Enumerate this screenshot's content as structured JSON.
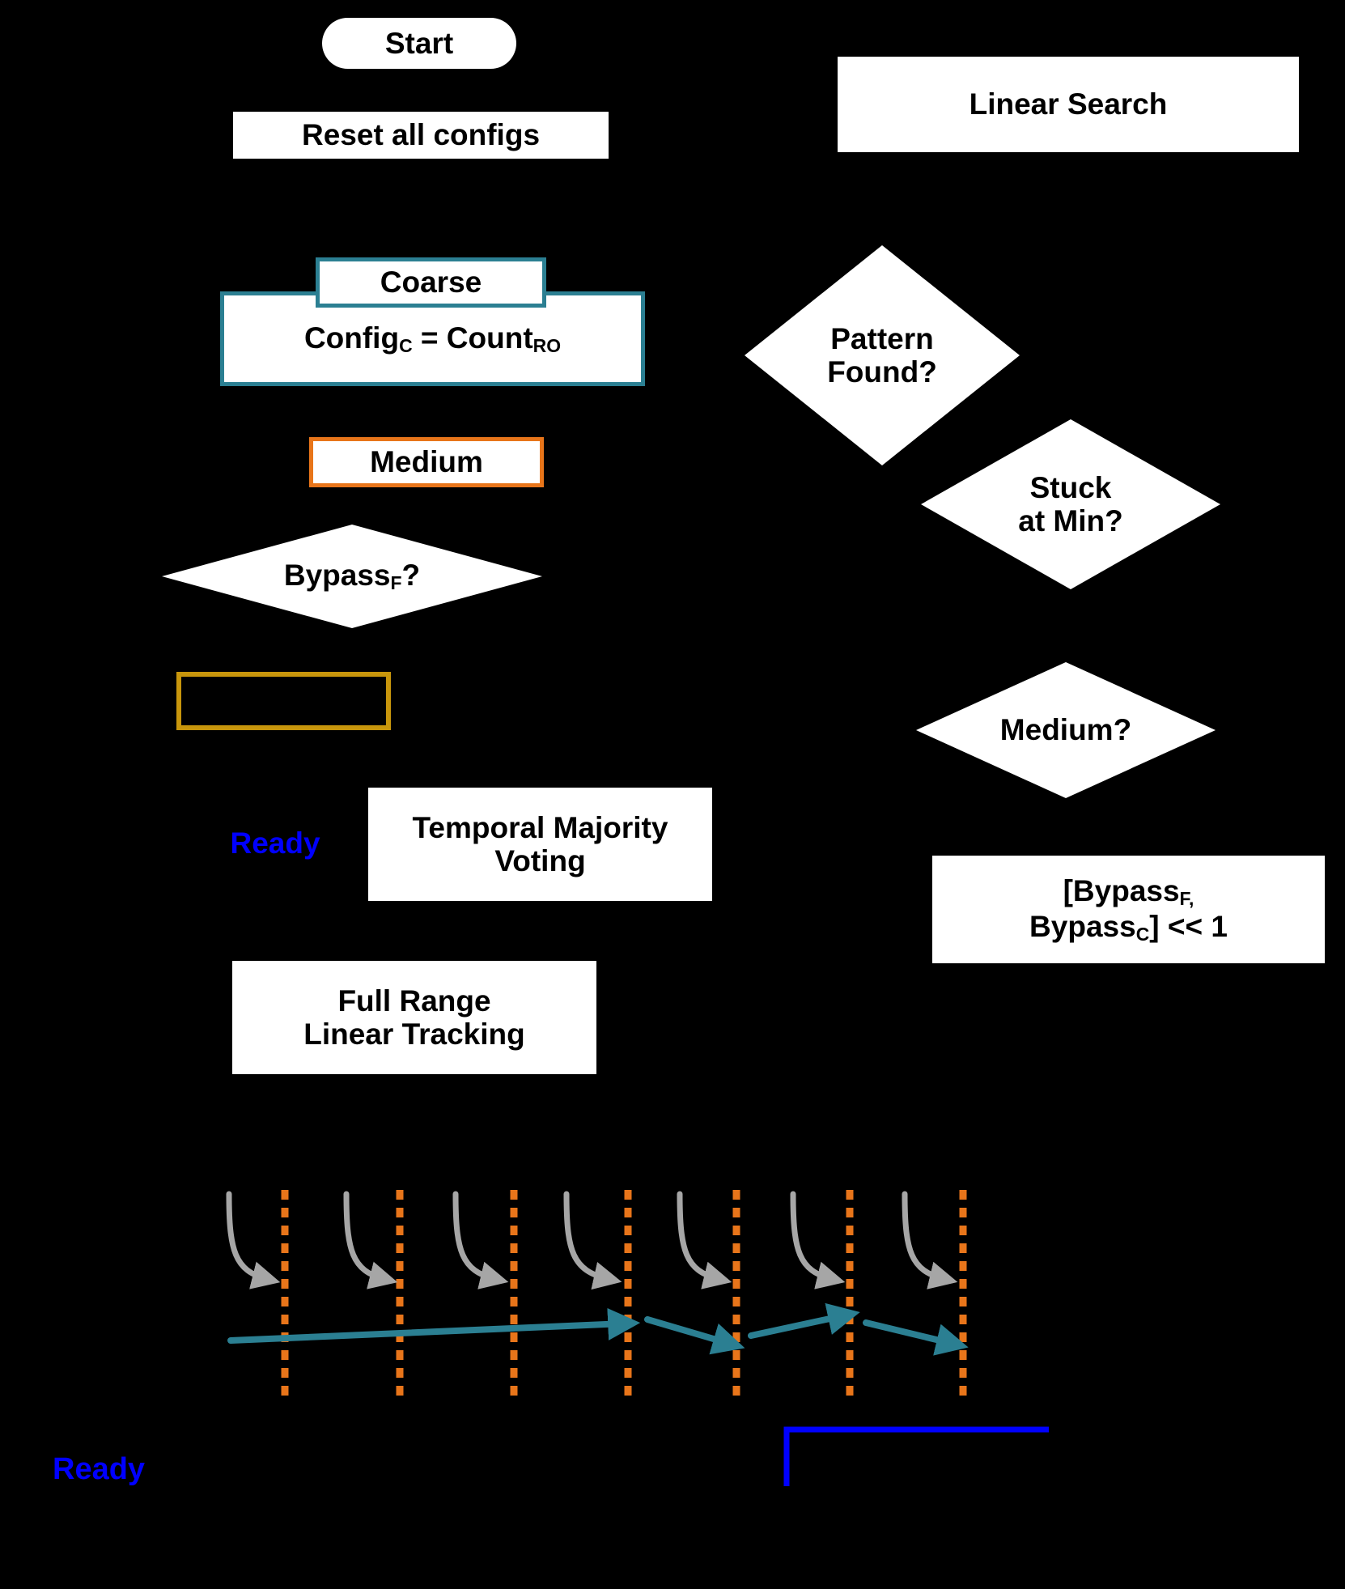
{
  "colors": {
    "background": "#000000",
    "node_fill": "#ffffff",
    "teal": "#2b7f92",
    "orange": "#e8751a",
    "gold": "#c8960c",
    "blue": "#0000ff",
    "gray": "#a6a6a6"
  },
  "flow_left": {
    "start": {
      "label": "Start"
    },
    "reset": {
      "label": "Reset all configs"
    },
    "coarse_label": {
      "label": "Coarse"
    },
    "coarse_config": {
      "prefix": "Config",
      "sub1": "C",
      "mid": " = Count",
      "sub2": "RO"
    },
    "medium_label": {
      "label": "Medium"
    },
    "bypass_f": {
      "prefix": "Bypass",
      "sub": "F",
      "suffix": "?"
    },
    "fine_box": {
      "label": ""
    },
    "temporal": {
      "line1": "Temporal Majority",
      "line2": "Voting"
    },
    "ready_mid": {
      "label": "Ready"
    },
    "full_range": {
      "line1": "Full Range",
      "line2": "Linear Tracking"
    },
    "ready_bottom": {
      "label": "Ready"
    }
  },
  "flow_right": {
    "linear_search": {
      "label": "Linear Search"
    },
    "pattern_found": {
      "line1": "Pattern",
      "line2": "Found?"
    },
    "stuck_at_min": {
      "line1": "Stuck",
      "line2": "at Min?"
    },
    "medium_q": {
      "label": "Medium?"
    },
    "bypass_shift": {
      "line1_prefix": "[Bypass",
      "line1_sub": "F,",
      "line2_prefix": "Bypass",
      "line2_sub": "C",
      "line2_suffix": "] << 1"
    }
  },
  "timing_diagram": {
    "clock_edge_count": 7,
    "gray_hook_arrow_count": 7,
    "teal_segment_count": 4,
    "clock_edges_x": [
      352,
      494,
      635,
      776,
      910,
      1050,
      1190
    ],
    "dash_color": "#e8751a",
    "hook_color": "#a6a6a6",
    "track_color": "#2b7f92"
  },
  "connectors": {
    "start_to_reset": "vertical",
    "reset_to_coarse": "vertical",
    "coarse_to_medium": "vertical",
    "medium_to_bypass": "vertical",
    "ready_bracket_color": "#0000ff"
  }
}
